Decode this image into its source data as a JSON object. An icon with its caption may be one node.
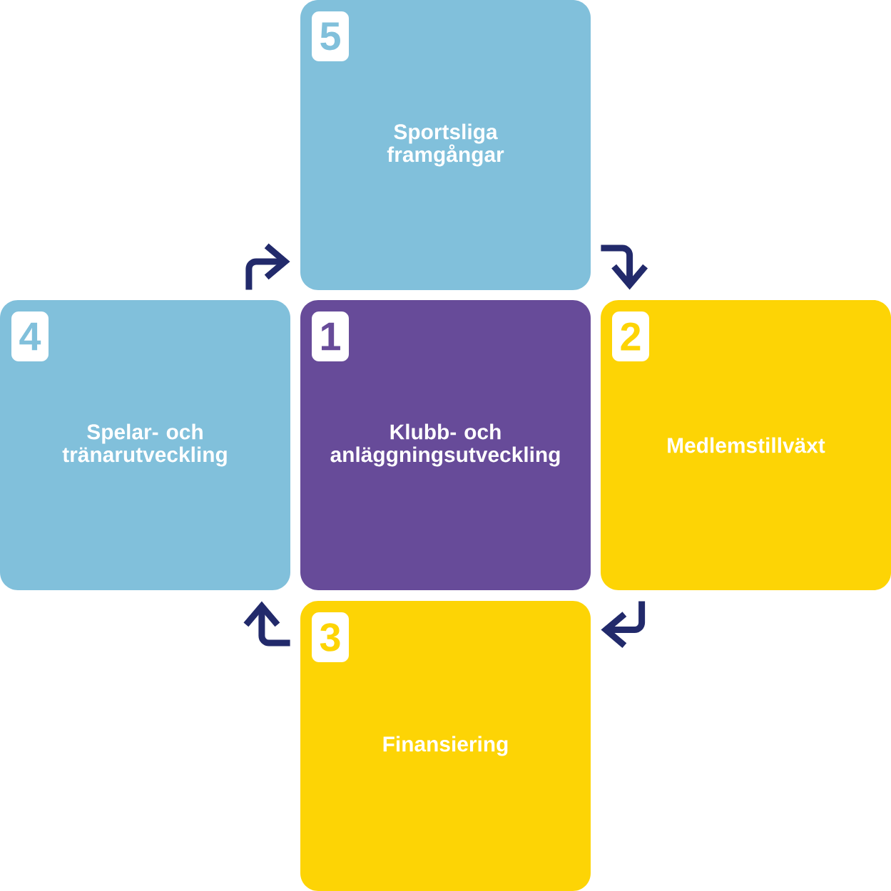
{
  "diagram": {
    "nodes": [
      {
        "text": [
          "Sportsliga framgångar"
        ]
      },
      {
        "text": [
          "5"
        ],
        "in": 0
      },
      {
        "text": [
          "Spelar- och tränarutveckling"
        ]
      },
      {
        "text": [
          "4"
        ],
        "in": 2
      },
      {
        "text": [
          "Klubb- och anläggningsutveckling"
        ]
      },
      {
        "text": [
          "1"
        ],
        "in": 4
      },
      {
        "text": [
          "Medlemstillväxt"
        ]
      },
      {
        "text": [
          "2"
        ],
        "in": 6
      },
      {
        "text": [
          "Finansiering"
        ]
      },
      {
        "text": [
          "3"
        ],
        "in": 8
      }
    ],
    "edges": [
      {
        "from": 0,
        "to": 6,
        "arrow": "to"
      },
      {
        "from": 6,
        "to": 8,
        "arrow": "to"
      },
      {
        "from": 8,
        "to": 2,
        "arrow": "to"
      },
      {
        "from": 2,
        "to": 0,
        "arrow": "to"
      }
    ]
  }
}
